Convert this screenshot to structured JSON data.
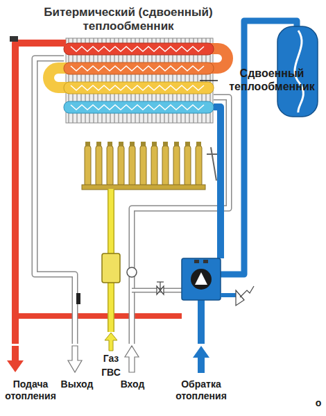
{
  "diagram": {
    "title": "Битермический (сдвоенный) теплообменник",
    "labels": [
      "Сдвоенный теплообменник",
      "Подача отопления",
      "Выход",
      "Газ",
      "ГВС",
      "Вход",
      "Обратка отопления",
      "о"
    ]
  }
}
